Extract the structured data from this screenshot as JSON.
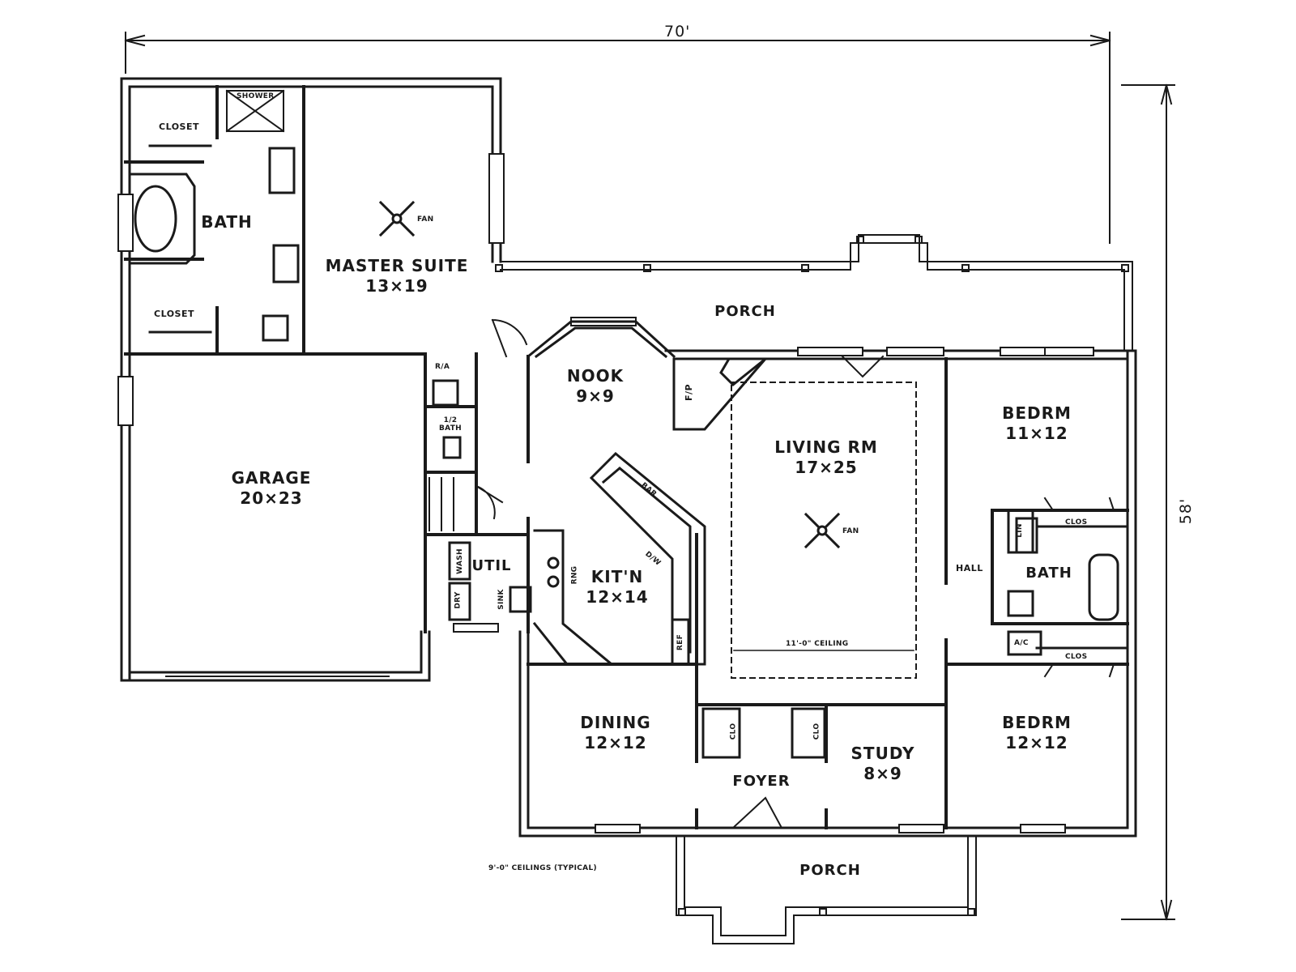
{
  "dimensions": {
    "width_label": "70'",
    "depth_label": "58'"
  },
  "rooms": {
    "master_suite": {
      "name": "MASTER SUITE",
      "size": "13×19"
    },
    "master_bath": {
      "name": "BATH"
    },
    "garage": {
      "name": "GARAGE",
      "size": "20×23"
    },
    "nook": {
      "name": "NOOK",
      "size": "9×9"
    },
    "living": {
      "name": "LIVING RM",
      "size": "17×25"
    },
    "kitchen": {
      "name": "KIT'N",
      "size": "12×14"
    },
    "dining": {
      "name": "DINING",
      "size": "12×12"
    },
    "study": {
      "name": "STUDY",
      "size": "8×9"
    },
    "foyer": {
      "name": "FOYER"
    },
    "bedroom1": {
      "name": "BEDRM",
      "size": "11×12"
    },
    "bedroom2": {
      "name": "BEDRM",
      "size": "12×12"
    },
    "bath2": {
      "name": "BATH"
    },
    "util": {
      "name": "UTIL"
    },
    "porch_rear": {
      "name": "PORCH"
    },
    "porch_front": {
      "name": "PORCH"
    },
    "hall": {
      "name": "HALL"
    }
  },
  "fixtures": {
    "closet_top": "CLOSET",
    "closet_bottom": "CLOSET",
    "shower": "SHOWER",
    "fan_master": "FAN",
    "fan_living": "FAN",
    "ra": "R/A",
    "half_bath": "1/2 BATH",
    "fp": "F/P",
    "bar": "BAR",
    "dw": "D/W",
    "ref": "REF",
    "rng": "RNG",
    "sink": "SINK",
    "wash": "WASH",
    "dry": "DRY",
    "lin": "LIN",
    "clos_a": "CLOS",
    "clos_b": "CLOS",
    "ac": "A/C",
    "clo_left": "CLO",
    "clo_right": "CLO",
    "ceiling_living": "11'-0\" CEILING",
    "ceiling_typical": "9'-0\" CEILINGS (TYPICAL)"
  }
}
